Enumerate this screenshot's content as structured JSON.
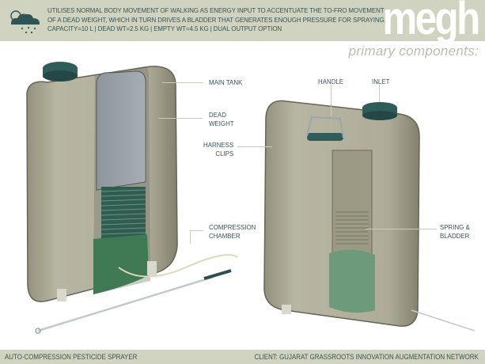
{
  "header": {
    "logo_icon": "cloud-rain-icon",
    "description_lines": [
      "UTILISES NORMAL BODY MOVEMENT OF WALKING AS ENERGY INPUT TO ACCENTUATE THE TO-FRO MOVEMENT",
      "OF A DEAD WEIGHT, WHICH IN TURN DRIVES A BLADDER THAT GENERATES ENOUGH PRESSURE FOR SPRAYING.",
      "CAPACITY=10 L | DEAD WT=2.5 KG | EMPTY WT=4.5 KG | DUAL OUTPUT OPTION"
    ],
    "brand": "megh",
    "subtitle": "primary components:"
  },
  "labels": {
    "main_tank": "MAIN TANK",
    "dead_weight": [
      "DEAD",
      "WEIGHT"
    ],
    "harness_clips": [
      "HARNESS",
      "CLIPS"
    ],
    "compression_chamber": [
      "COMPRESSION",
      "CHAMBER"
    ],
    "handle": "HANDLE",
    "inlet": "INLET",
    "spring_bladder": [
      "SPRING &",
      "BLADDER"
    ]
  },
  "footer": {
    "left": "AUTO-COMPRESSION PESTICIDE SPRAYER",
    "right": "CLIENT: GUJARAT GRASSROOTS INNOVATION AUGMENTATION NETWORK"
  },
  "colors": {
    "header_bg": "#cfd3bf",
    "text": "#3b5454",
    "tank_body": "#a9a78f",
    "cap": "#2f5d5a",
    "chamber_green": "#3f7a55",
    "subtitle": "#b7bfae"
  }
}
